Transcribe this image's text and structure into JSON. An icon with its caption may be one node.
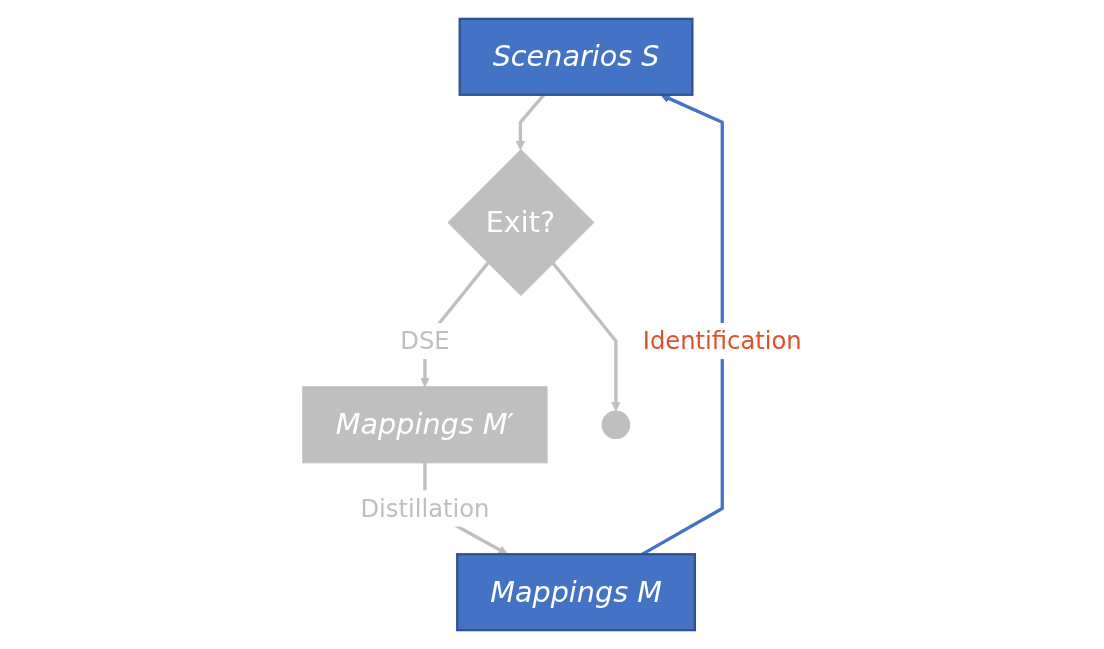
{
  "diagram": {
    "nodes": [
      {
        "text": [
          "Scenarios S"
        ]
      },
      {
        "text": [
          "Exit?"
        ]
      },
      {
        "text": [
          "Mappings M"
        ]
      },
      {
        "text": [
          "Mappings M′"
        ]
      },
      {
        "text": [],
        "shape": "circle"
      }
    ],
    "edges": [
      {
        "from": 0,
        "to": 1,
        "arrow": "to"
      },
      {
        "from": 1,
        "to": 3,
        "arrow": "to",
        "label": "DSE"
      },
      {
        "from": 1,
        "to": 4,
        "arrow": "to"
      },
      {
        "from": 3,
        "to": 2,
        "arrow": "to",
        "label": "Distillation"
      },
      {
        "from": 2,
        "to": 0,
        "arrow": "to",
        "label": "Identification",
        "color": "#4472c4"
      }
    ]
  }
}
